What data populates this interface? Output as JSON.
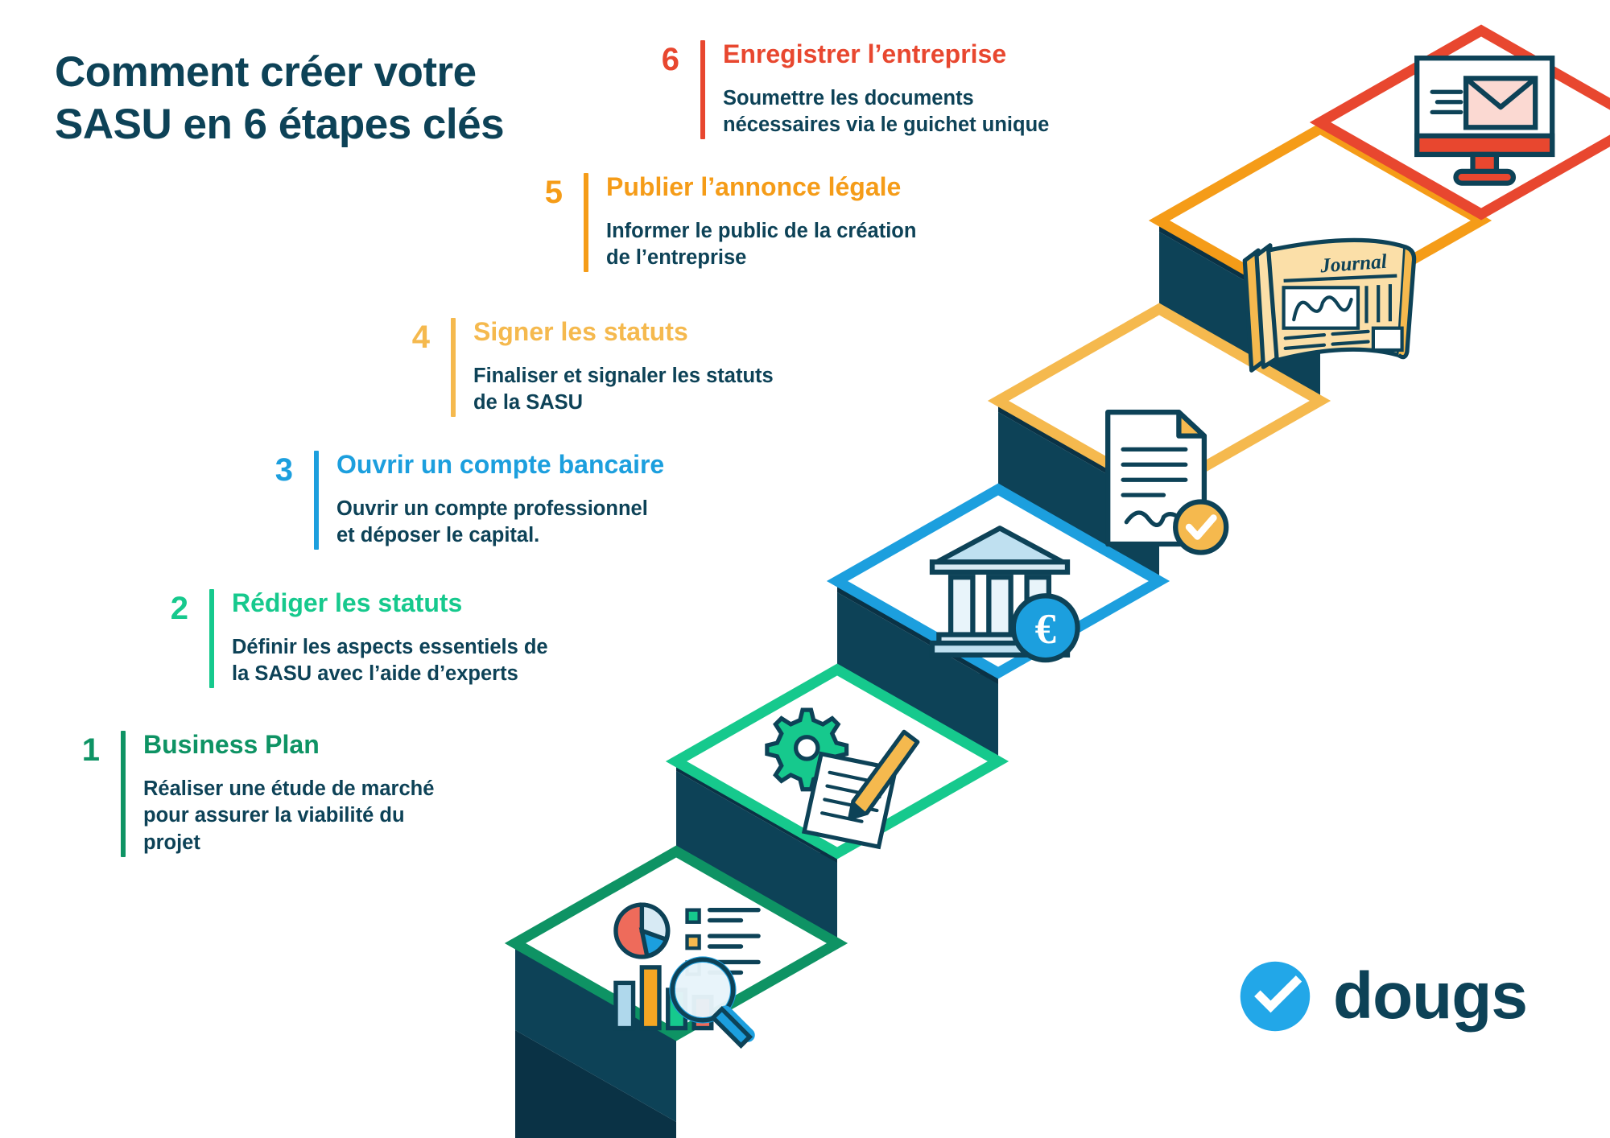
{
  "title": {
    "line1": "Comment créer votre",
    "line2": "SASU en 6 étapes clés",
    "color": "#0D4257"
  },
  "brand": {
    "name": "dougs",
    "mark_icon": "check-circle-icon",
    "mark_color": "#22A7E8",
    "word_color": "#0D4257"
  },
  "palette": {
    "navy": "#0D4257",
    "navy_dark": "#0A3245",
    "step1_green": "#0E9364",
    "step2_green": "#16C98D",
    "step3_blue": "#1C9FDE",
    "step4_gold": "#F5B94E",
    "step5_orange": "#F59C18",
    "step6_red": "#E8472F"
  },
  "steps": [
    {
      "number": "1",
      "title": "Business Plan",
      "description": "Réaliser une étude de marché\npour assurer la viabilité du\nprojet",
      "color": "#0E9364",
      "icon": "market-research-chart-icon"
    },
    {
      "number": "2",
      "title": "Rédiger les statuts",
      "description": "Définir les aspects essentiels de\nla SASU avec l’aide d’experts",
      "color": "#16C98D",
      "icon": "document-gear-pen-icon"
    },
    {
      "number": "3",
      "title": "Ouvrir un compte bancaire",
      "description": "Ouvrir un compte professionnel\net déposer le capital.",
      "color": "#1C9FDE",
      "icon": "bank-euro-icon"
    },
    {
      "number": "4",
      "title": "Signer les statuts",
      "description": "Finaliser et signaler les statuts\nde la SASU",
      "color": "#F5B94E",
      "icon": "signed-document-check-icon"
    },
    {
      "number": "5",
      "title": "Publier l’annonce légale",
      "description": "Informer le public de la création\nde l’entreprise",
      "color": "#F59C18",
      "icon": "newspaper-icon",
      "icon_label": "Journal"
    },
    {
      "number": "6",
      "title": "Enregistrer l’entreprise",
      "description": "Soumettre les documents\nnécessaires via le guichet unique",
      "color": "#E8472F",
      "icon": "monitor-envelope-icon"
    }
  ]
}
